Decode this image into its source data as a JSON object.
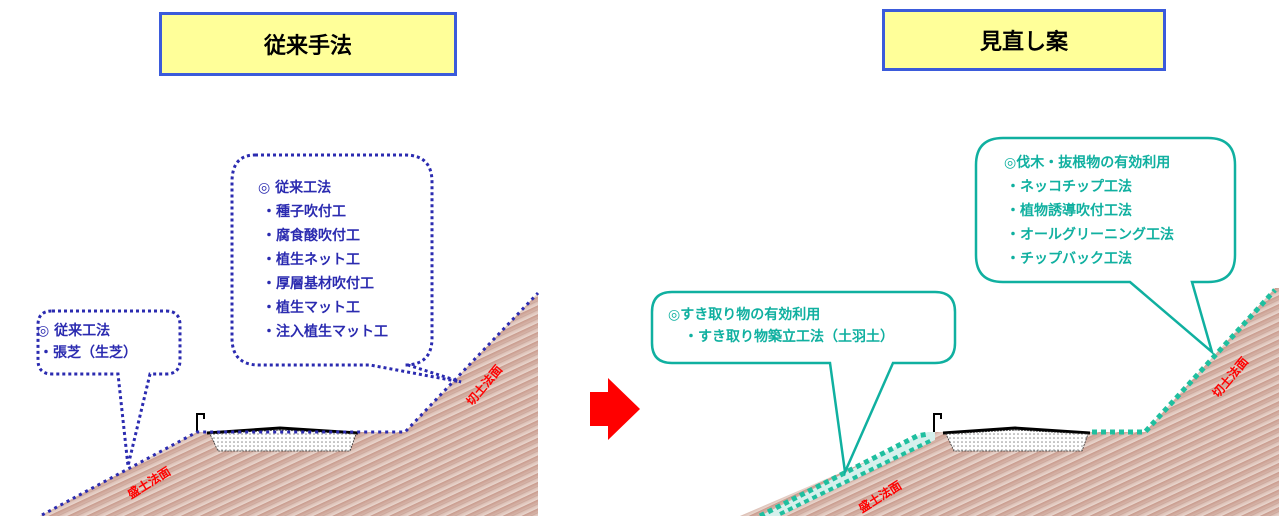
{
  "left": {
    "title": "従来手法",
    "callout_small": {
      "heading": "◎ 従来工法",
      "items": [
        "・張芝（生芝）"
      ]
    },
    "callout_large": {
      "heading": "◎ 従来工法",
      "items": [
        "・種子吹付工",
        "・腐食酸吹付工",
        "・植生ネット工",
        "・厚層基材吹付工",
        "・植生マット工",
        "・注入植生マット工"
      ]
    },
    "label_fill": "盛土法面",
    "label_cut": "切土法面"
  },
  "right": {
    "title": "見直し案",
    "callout_left": {
      "heading": "◎すき取り物の有効利用",
      "items": [
        "・すき取り物築立工法（土羽土）"
      ]
    },
    "callout_right": {
      "heading": "◎伐木・抜根物の有効利用",
      "items": [
        "・ネッコチップ工法",
        "・植物誘導吹付工法",
        "・オールグリーニング工法",
        "・チップバック工法"
      ]
    },
    "label_fill": "盛土法面",
    "label_cut": "切土法面"
  },
  "colors": {
    "title_bg": "#ffff99",
    "title_border": "#3b5bdb",
    "conventional": "#2b2bb0",
    "proposal": "#10b0a0",
    "slope_label": "#ff0000",
    "arrow": "#ff0000",
    "ground": "#d4aca0"
  }
}
